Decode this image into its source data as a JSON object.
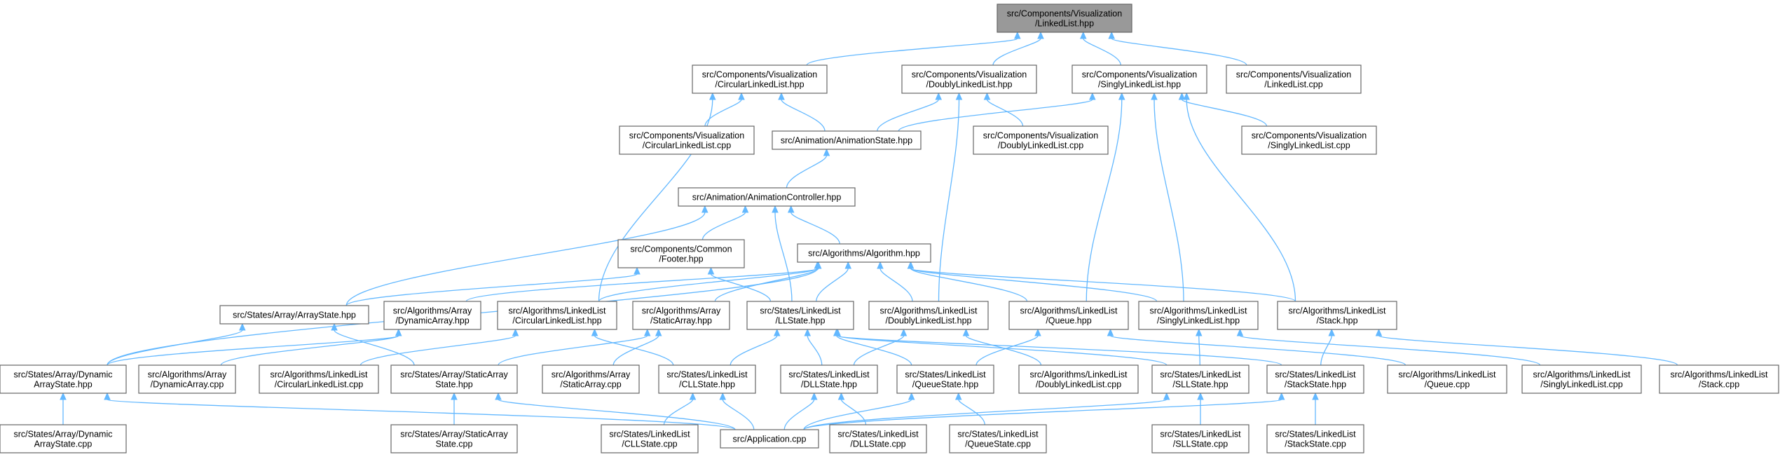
{
  "diagram": {
    "root": "n0",
    "nodes": [
      {
        "id": "n0",
        "lines": [
          "src/Components/Visualization",
          "/LinkedList.hpp"
        ],
        "root": true
      },
      {
        "id": "n1",
        "lines": [
          "src/Components/Visualization",
          "/CircularLinkedList.hpp"
        ]
      },
      {
        "id": "n2",
        "lines": [
          "src/Components/Visualization",
          "/DoublyLinkedList.hpp"
        ]
      },
      {
        "id": "n3",
        "lines": [
          "src/Components/Visualization",
          "/SinglyLinkedList.hpp"
        ]
      },
      {
        "id": "n4",
        "lines": [
          "src/Components/Visualization",
          "/LinkedList.cpp"
        ]
      },
      {
        "id": "n5",
        "lines": [
          "src/Components/Visualization",
          "/CircularLinkedList.cpp"
        ]
      },
      {
        "id": "n6",
        "lines": [
          "src/Animation/AnimationState.hpp"
        ]
      },
      {
        "id": "n7",
        "lines": [
          "src/Components/Visualization",
          "/DoublyLinkedList.cpp"
        ]
      },
      {
        "id": "n8",
        "lines": [
          "src/Components/Visualization",
          "/SinglyLinkedList.cpp"
        ]
      },
      {
        "id": "n9",
        "lines": [
          "src/Animation/AnimationController.hpp"
        ]
      },
      {
        "id": "n10",
        "lines": [
          "src/Components/Common",
          "/Footer.hpp"
        ]
      },
      {
        "id": "n11",
        "lines": [
          "src/Algorithms/Algorithm.hpp"
        ]
      },
      {
        "id": "n12",
        "lines": [
          "src/States/Array/ArrayState.hpp"
        ]
      },
      {
        "id": "n13",
        "lines": [
          "src/Algorithms/Array",
          "/DynamicArray.hpp"
        ]
      },
      {
        "id": "n14",
        "lines": [
          "src/Algorithms/LinkedList",
          "/CircularLinkedList.hpp"
        ]
      },
      {
        "id": "n15",
        "lines": [
          "src/Algorithms/Array",
          "/StaticArray.hpp"
        ]
      },
      {
        "id": "n16",
        "lines": [
          "src/States/LinkedList",
          "/LLState.hpp"
        ]
      },
      {
        "id": "n17",
        "lines": [
          "src/Algorithms/LinkedList",
          "/DoublyLinkedList.hpp"
        ]
      },
      {
        "id": "n18",
        "lines": [
          "src/Algorithms/LinkedList",
          "/Queue.hpp"
        ]
      },
      {
        "id": "n19",
        "lines": [
          "src/Algorithms/LinkedList",
          "/SinglyLinkedList.hpp"
        ]
      },
      {
        "id": "n20",
        "lines": [
          "src/Algorithms/LinkedList",
          "/Stack.hpp"
        ]
      },
      {
        "id": "n21",
        "lines": [
          "src/States/Array/Dynamic",
          "ArrayState.hpp"
        ]
      },
      {
        "id": "n22",
        "lines": [
          "src/Algorithms/Array",
          "/DynamicArray.cpp"
        ]
      },
      {
        "id": "n23",
        "lines": [
          "src/Algorithms/LinkedList",
          "/CircularLinkedList.cpp"
        ]
      },
      {
        "id": "n24",
        "lines": [
          "src/States/Array/StaticArray",
          "State.hpp"
        ]
      },
      {
        "id": "n25",
        "lines": [
          "src/Algorithms/Array",
          "/StaticArray.cpp"
        ]
      },
      {
        "id": "n26",
        "lines": [
          "src/States/LinkedList",
          "/CLLState.hpp"
        ]
      },
      {
        "id": "n27",
        "lines": [
          "src/States/LinkedList",
          "/DLLState.hpp"
        ]
      },
      {
        "id": "n28",
        "lines": [
          "src/States/LinkedList",
          "/QueueState.hpp"
        ]
      },
      {
        "id": "n29",
        "lines": [
          "src/Algorithms/LinkedList",
          "/DoublyLinkedList.cpp"
        ]
      },
      {
        "id": "n30",
        "lines": [
          "src/States/LinkedList",
          "/SLLState.hpp"
        ]
      },
      {
        "id": "n31",
        "lines": [
          "src/States/LinkedList",
          "/StackState.hpp"
        ]
      },
      {
        "id": "n32",
        "lines": [
          "src/Algorithms/LinkedList",
          "/Queue.cpp"
        ]
      },
      {
        "id": "n33",
        "lines": [
          "src/Algorithms/LinkedList",
          "/SinglyLinkedList.cpp"
        ]
      },
      {
        "id": "n34",
        "lines": [
          "src/Algorithms/LinkedList",
          "/Stack.cpp"
        ]
      },
      {
        "id": "n35",
        "lines": [
          "src/States/Array/Dynamic",
          "ArrayState.cpp"
        ]
      },
      {
        "id": "n36",
        "lines": [
          "src/States/Array/StaticArray",
          "State.cpp"
        ]
      },
      {
        "id": "n37",
        "lines": [
          "src/States/LinkedList",
          "/CLLState.cpp"
        ]
      },
      {
        "id": "n38",
        "lines": [
          "src/Application.cpp"
        ]
      },
      {
        "id": "n39",
        "lines": [
          "src/States/LinkedList",
          "/DLLState.cpp"
        ]
      },
      {
        "id": "n40",
        "lines": [
          "src/States/LinkedList",
          "/QueueState.cpp"
        ]
      },
      {
        "id": "n41",
        "lines": [
          "src/States/LinkedList",
          "/SLLState.cpp"
        ]
      },
      {
        "id": "n42",
        "lines": [
          "src/States/LinkedList",
          "/StackState.cpp"
        ]
      }
    ],
    "edges": [
      [
        "n1",
        "n0"
      ],
      [
        "n2",
        "n0"
      ],
      [
        "n3",
        "n0"
      ],
      [
        "n4",
        "n0"
      ],
      [
        "n5",
        "n1"
      ],
      [
        "n6",
        "n1"
      ],
      [
        "n14",
        "n1"
      ],
      [
        "n6",
        "n2"
      ],
      [
        "n7",
        "n2"
      ],
      [
        "n17",
        "n2"
      ],
      [
        "n6",
        "n3"
      ],
      [
        "n8",
        "n3"
      ],
      [
        "n18",
        "n3"
      ],
      [
        "n19",
        "n3"
      ],
      [
        "n20",
        "n3"
      ],
      [
        "n9",
        "n6"
      ],
      [
        "n10",
        "n9"
      ],
      [
        "n11",
        "n9"
      ],
      [
        "n12",
        "n9"
      ],
      [
        "n16",
        "n9"
      ],
      [
        "n12",
        "n10"
      ],
      [
        "n16",
        "n10"
      ],
      [
        "n13",
        "n11"
      ],
      [
        "n14",
        "n11"
      ],
      [
        "n15",
        "n11"
      ],
      [
        "n16",
        "n11"
      ],
      [
        "n17",
        "n11"
      ],
      [
        "n18",
        "n11"
      ],
      [
        "n19",
        "n11"
      ],
      [
        "n20",
        "n11"
      ],
      [
        "n21",
        "n11"
      ],
      [
        "n21",
        "n12"
      ],
      [
        "n24",
        "n12"
      ],
      [
        "n21",
        "n13"
      ],
      [
        "n22",
        "n13"
      ],
      [
        "n23",
        "n14"
      ],
      [
        "n26",
        "n14"
      ],
      [
        "n24",
        "n15"
      ],
      [
        "n25",
        "n15"
      ],
      [
        "n26",
        "n16"
      ],
      [
        "n27",
        "n16"
      ],
      [
        "n28",
        "n16"
      ],
      [
        "n30",
        "n16"
      ],
      [
        "n31",
        "n16"
      ],
      [
        "n27",
        "n17"
      ],
      [
        "n29",
        "n17"
      ],
      [
        "n28",
        "n18"
      ],
      [
        "n32",
        "n18"
      ],
      [
        "n30",
        "n19"
      ],
      [
        "n33",
        "n19"
      ],
      [
        "n31",
        "n20"
      ],
      [
        "n34",
        "n20"
      ],
      [
        "n35",
        "n21"
      ],
      [
        "n38",
        "n21"
      ],
      [
        "n36",
        "n24"
      ],
      [
        "n38",
        "n24"
      ],
      [
        "n37",
        "n26"
      ],
      [
        "n38",
        "n26"
      ],
      [
        "n38",
        "n27"
      ],
      [
        "n39",
        "n27"
      ],
      [
        "n38",
        "n28"
      ],
      [
        "n40",
        "n28"
      ],
      [
        "n38",
        "n30"
      ],
      [
        "n41",
        "n30"
      ],
      [
        "n38",
        "n31"
      ],
      [
        "n42",
        "n31"
      ]
    ]
  }
}
